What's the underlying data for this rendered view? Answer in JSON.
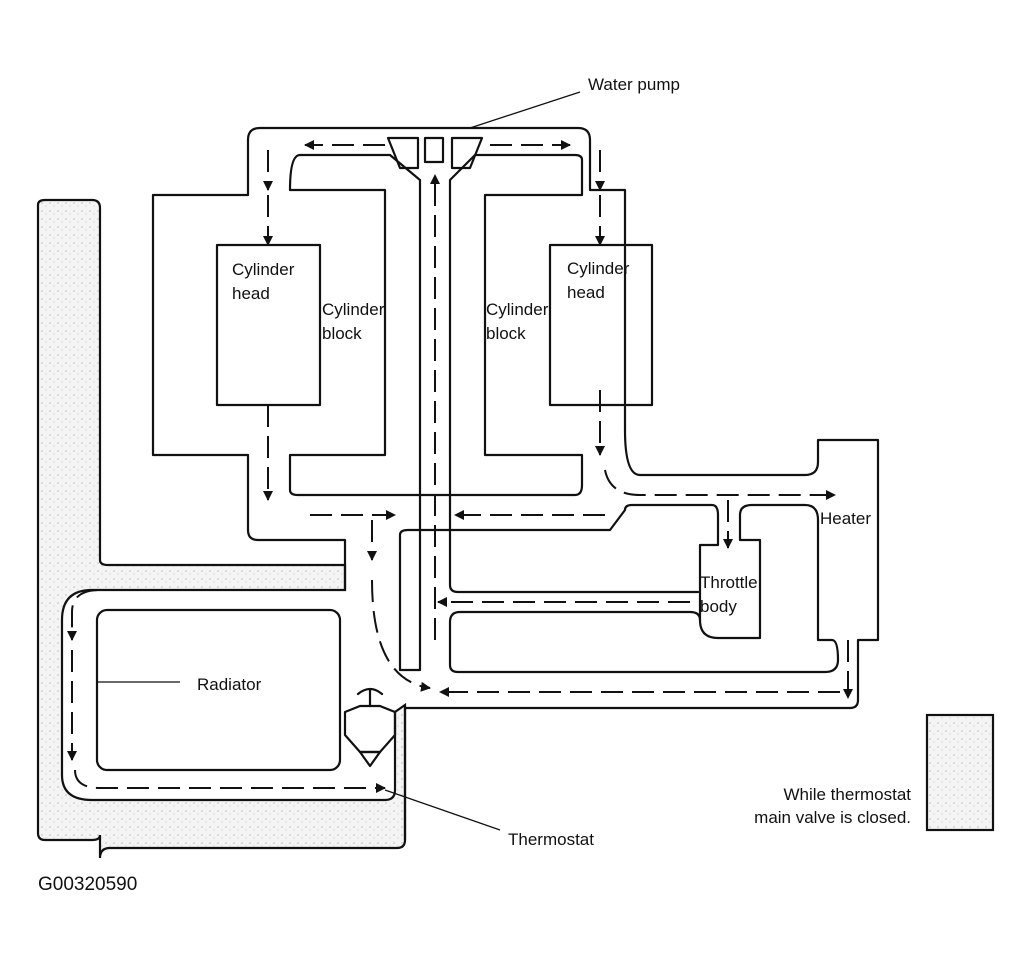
{
  "labels": {
    "water_pump": "Water pump",
    "cyl_head_left_1": "Cylinder",
    "cyl_head_left_2": "head",
    "cyl_block_left_1": "Cylinder",
    "cyl_block_left_2": "block",
    "cyl_block_right_1": "Cylinder",
    "cyl_block_right_2": "block",
    "cyl_head_right_1": "Cylinder",
    "cyl_head_right_2": "head",
    "heater": "Heater",
    "throttle_body_1": "Throttle",
    "throttle_body_2": "body",
    "radiator": "Radiator",
    "thermostat": "Thermostat"
  },
  "legend": {
    "line1": "While thermostat",
    "line2": "main valve is closed."
  },
  "figure_code": "G00320590",
  "icons": {
    "flow_arrow": "arrowhead",
    "thermostat_valve": "thermostat-valve-icon",
    "water_pump_impeller": "pump-housing-icon"
  }
}
